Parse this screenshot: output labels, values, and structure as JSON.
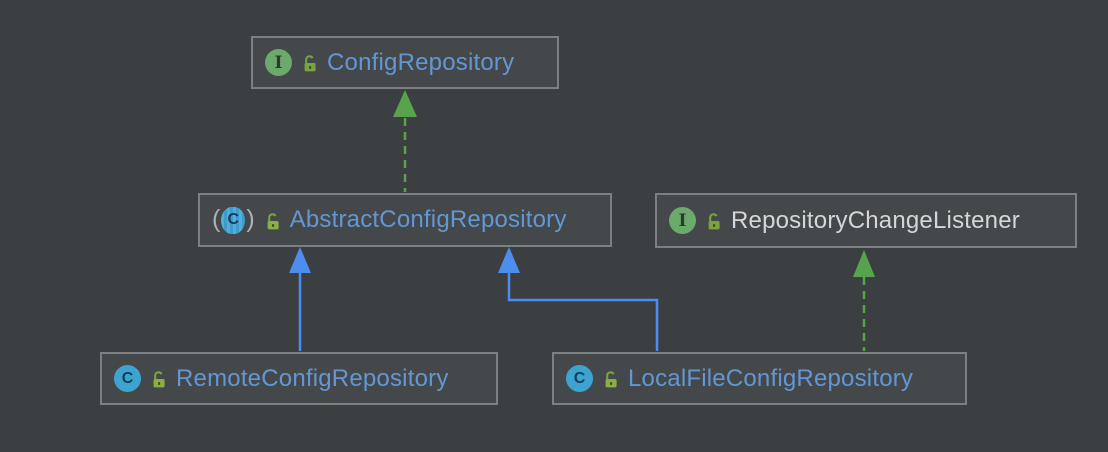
{
  "diagram_type": "uml-class-diagram",
  "colors": {
    "canvas_background": "#3C3F42",
    "node_background": "#45484B",
    "node_border": "#7D8083",
    "label_link_blue": "#6397D3",
    "label_plain_white": "#D5D6D6",
    "edge_extends_blue": "#4C8DEE",
    "edge_implements_green": "#57A44D",
    "interface_icon_green": "#6CAA6C",
    "class_icon_blue": "#3DA3CF",
    "abstract_icon_blue": "#44A6D1",
    "lock_icon_green": "#79A33F"
  },
  "icon_glyphs": {
    "abstract_paren_left": "(",
    "abstract_paren_right": ")"
  },
  "nodes": [
    {
      "id": "config-repository",
      "label": "ConfigRepository",
      "kind": "interface",
      "icon_letter": "I",
      "visibility": "public"
    },
    {
      "id": "abstract-config-repository",
      "label": "AbstractConfigRepository",
      "kind": "abstract-class",
      "icon_letter": "C",
      "visibility": "public"
    },
    {
      "id": "repository-change-listener",
      "label": "RepositoryChangeListener",
      "kind": "interface",
      "icon_letter": "I",
      "visibility": "public"
    },
    {
      "id": "remote-config-repository",
      "label": "RemoteConfigRepository",
      "kind": "class",
      "icon_letter": "C",
      "visibility": "public"
    },
    {
      "id": "local-file-config-repository",
      "label": "LocalFileConfigRepository",
      "kind": "class",
      "icon_letter": "C",
      "visibility": "public"
    }
  ],
  "edges": [
    {
      "from": "AbstractConfigRepository",
      "to": "ConfigRepository",
      "relation": "implements",
      "style": "dashed-green-arrow"
    },
    {
      "from": "RemoteConfigRepository",
      "to": "AbstractConfigRepository",
      "relation": "extends",
      "style": "solid-blue-arrow"
    },
    {
      "from": "LocalFileConfigRepository",
      "to": "AbstractConfigRepository",
      "relation": "extends",
      "style": "solid-blue-arrow-elbow"
    },
    {
      "from": "LocalFileConfigRepository",
      "to": "RepositoryChangeListener",
      "relation": "implements",
      "style": "dashed-green-arrow"
    }
  ]
}
